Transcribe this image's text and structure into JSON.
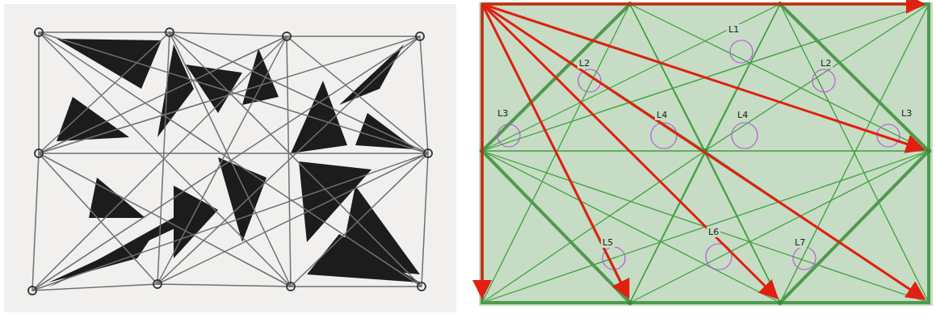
{
  "diagram": {
    "labels": [
      "L1",
      "L2",
      "L2",
      "L3",
      "L3",
      "L4",
      "L4",
      "L5",
      "L6",
      "L7"
    ]
  }
}
